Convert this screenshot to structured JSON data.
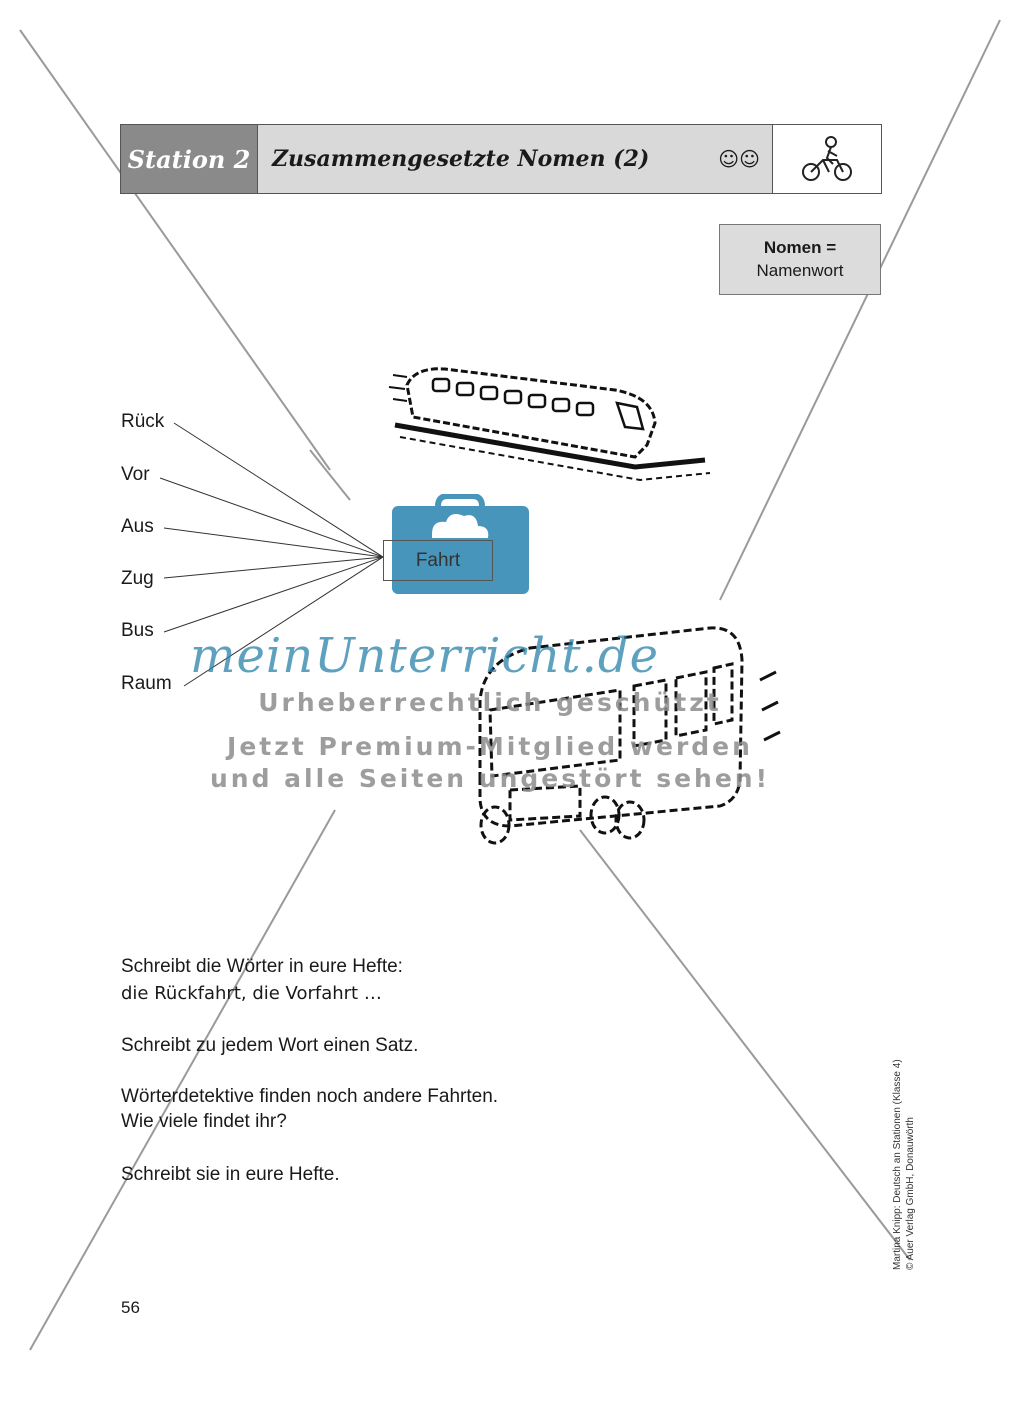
{
  "header": {
    "station": "Station 2",
    "title": "Zusammengesetzte Nomen (2)",
    "difficulty": "☺☺",
    "icon": "cyclist-icon"
  },
  "note": {
    "term": "Nomen =",
    "definition": "Namenwort"
  },
  "prefixes": [
    "Rück",
    "Vor",
    "Aus",
    "Zug",
    "Bus",
    "Raum"
  ],
  "target_word": "Fahrt",
  "instructions": {
    "line1": "Schreibt die Wörter in eure Hefte:",
    "line2": "die Rückfahrt, die Vorfahrt …",
    "line3": "Schreibt zu jedem Wort einen Satz.",
    "line4": "Wörterdetektive finden noch andere Fahrten.",
    "line5": "Wie viele findet ihr?",
    "line6": "Schreibt sie in eure Hefte."
  },
  "page_number": "56",
  "credit": {
    "line1": "Martina Knipp: Deutsch an Stationen (Klasse 4)",
    "line2": "© Auer Verlag GmbH, Donauwörth"
  },
  "watermark": {
    "brand": "meinUnterricht.de",
    "line1": "Urheberrechtlich geschützt",
    "line2": "Jetzt Premium-Mitglied werden",
    "line3": "und alle Seiten ungestört sehen!"
  },
  "illustrations": [
    "train-illustration",
    "bus-illustration"
  ]
}
